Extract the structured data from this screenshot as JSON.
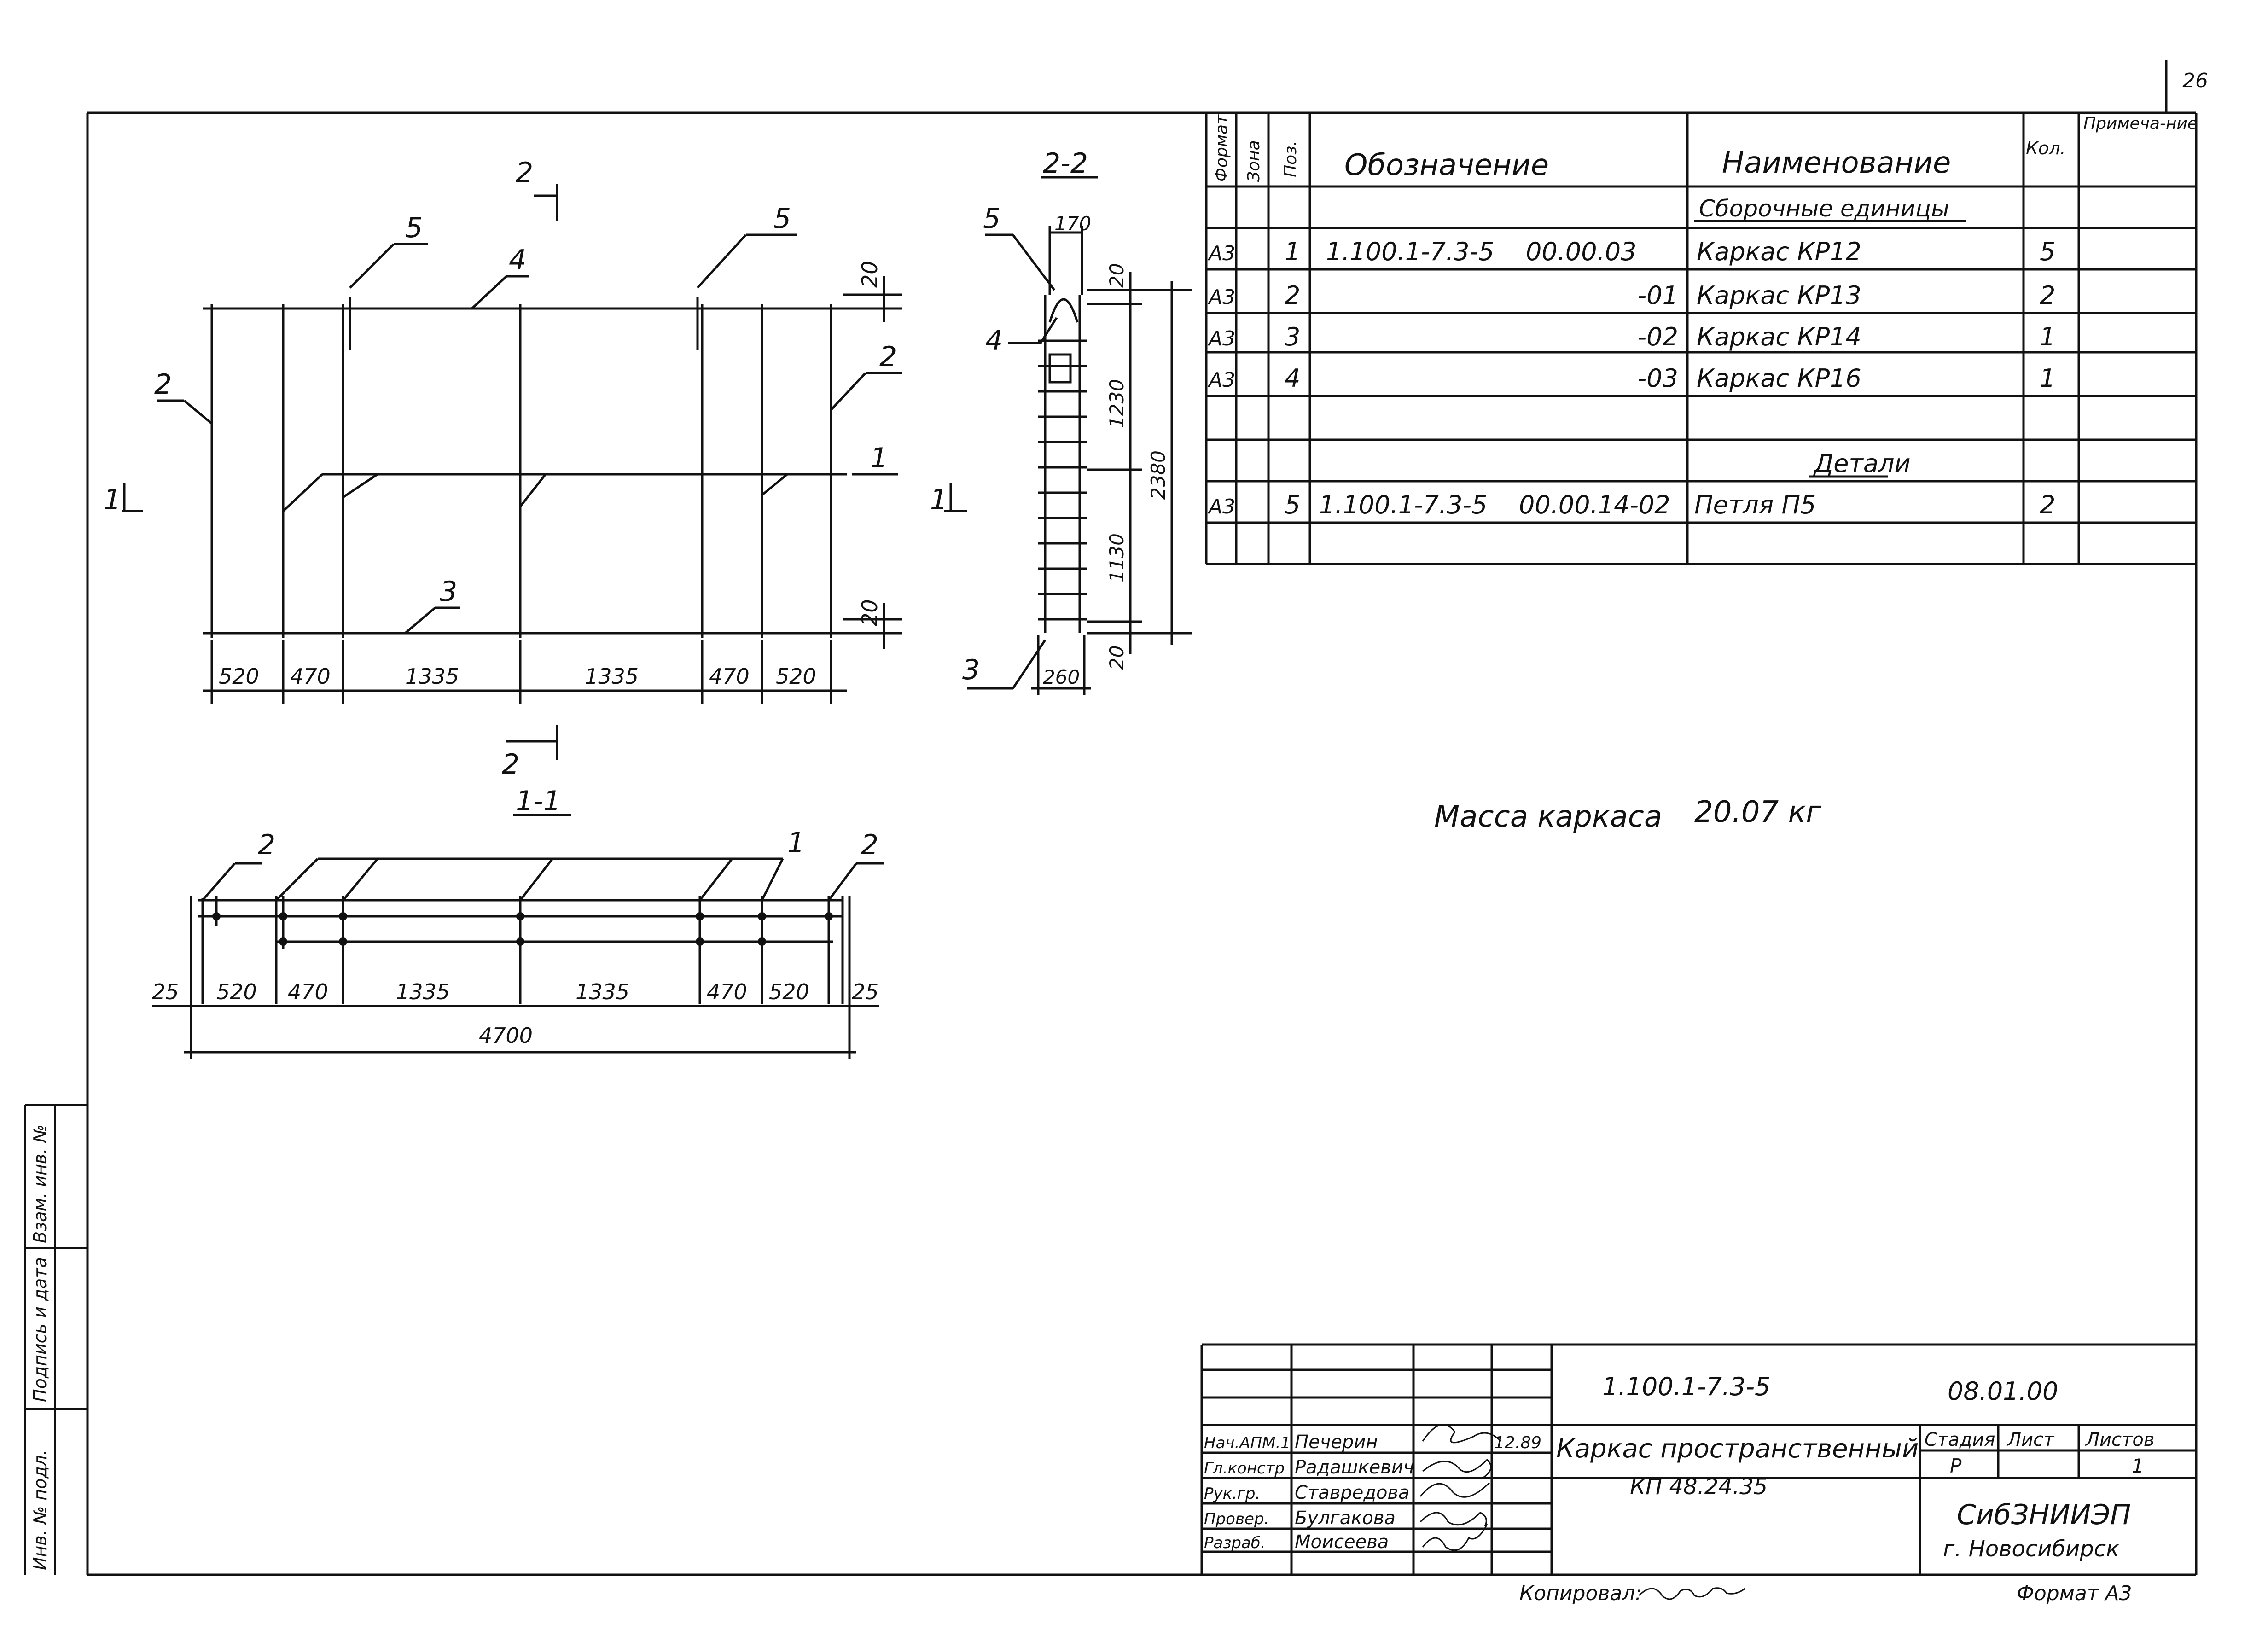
{
  "page_number": "26",
  "drawing": {
    "elevation": {
      "callouts": {
        "p5a": "5",
        "p4": "4",
        "p5b": "5",
        "p2l": "2",
        "p2r": "2",
        "p1": "1",
        "p3": "3"
      },
      "section_marks": {
        "top": "2",
        "bottom": "2",
        "left": "1",
        "right": "1"
      },
      "dims_bottom": [
        "520",
        "470",
        "1335",
        "1335",
        "470",
        "520"
      ],
      "dims_right": {
        "top": "20",
        "bottom": "20"
      }
    },
    "section_2_2": {
      "title": "2-2",
      "callouts": {
        "p5": "5",
        "p4": "4",
        "p3": "3"
      },
      "dims": {
        "width_top": "170",
        "width_bottom": "260",
        "d20_top": "20",
        "d1230": "1230",
        "d2380": "2380",
        "d1130": "1130",
        "d20_bottom": "20"
      }
    },
    "section_1_1": {
      "title": "1-1",
      "callouts": {
        "p2l": "2",
        "p1": "1",
        "p2r": "2"
      },
      "dims_bottom": [
        "25",
        "520",
        "470",
        "1335",
        "1335",
        "470",
        "520",
        "25"
      ],
      "overall": "4700"
    }
  },
  "spec_table": {
    "headers": {
      "format": "Формат",
      "zone": "Зона",
      "pos": "Поз.",
      "designation": "Обозначение",
      "name": "Наименование",
      "qty": "Кол.",
      "note": "Примеча-ние"
    },
    "section_assemblies": "Сборочные единицы",
    "rows": [
      {
        "format": "А3",
        "pos": "1",
        "designation": "1.100.1-7.3-5    00.00.03",
        "name": "Каркас КР12",
        "qty": "5"
      },
      {
        "format": "А3",
        "pos": "2",
        "designation": "-01",
        "name": "Каркас КР13",
        "qty": "2"
      },
      {
        "format": "А3",
        "pos": "3",
        "designation": "-02",
        "name": "Каркас КР14",
        "qty": "1"
      },
      {
        "format": "А3",
        "pos": "4",
        "designation": "-03",
        "name": "Каркас КР16",
        "qty": "1"
      }
    ],
    "section_details": "Детали",
    "detail_rows": [
      {
        "format": "А3",
        "pos": "5",
        "designation": "1.100.1-7.3-5    00.00.14-02",
        "name": "Петля П5",
        "qty": "2"
      }
    ]
  },
  "mass_note": {
    "label": "Масса каркаса",
    "value": "20.07 кг"
  },
  "title_block": {
    "doc_code": "1.100.1-7.3-5",
    "doc_number": "08.01.00",
    "roles": [
      "Нач.АПМ.1",
      "Гл.констр",
      "Рук.гр.",
      "Провер.",
      "Разраб."
    ],
    "names": [
      "Печерин",
      "Радашкевич",
      "Ставредова",
      "Булгакова",
      "Моисеева"
    ],
    "date": "12.89",
    "title_line1": "Каркас пространственный",
    "title_line2": "КП 48.24.35",
    "stage_label": "Стадия",
    "sheet_label": "Лист",
    "sheets_label": "Листов",
    "stage": "Р",
    "sheet": "",
    "sheets": "1",
    "org1": "СибЗНИИЭП",
    "org2": "г. Новосибирск"
  },
  "side_stamp": [
    "Инв. № подл.",
    "Подпись и дата",
    "Взам. инв. №"
  ],
  "footer": {
    "copied": "Копировал:",
    "format": "Формат А3"
  }
}
